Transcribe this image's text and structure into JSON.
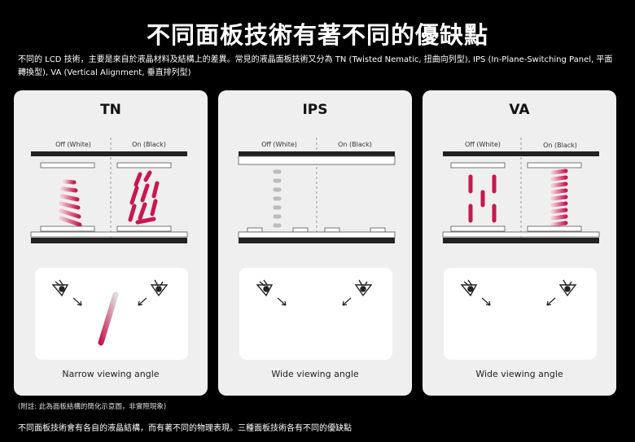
{
  "header": {
    "title": "不同面板技術有著不同的優缺點",
    "intro": "不同的 LCD 技術，主要是來自於液晶材料及結構上的差異。常見的液晶面板技術又分為 TN (Twisted Nematic, 扭曲向列型), IPS (In-Plane-Switching Panel, 平面轉換型), VA (Vertical Alignment, 垂直排列型)"
  },
  "panels": [
    {
      "id": "tn",
      "title": "TN",
      "off_label": "Off (White)",
      "on_label": "On (Black)",
      "viewing_label": "Narrow viewing angle"
    },
    {
      "id": "ips",
      "title": "IPS",
      "off_label": "Off (White)",
      "on_label": "On (Black)",
      "viewing_label": "Wide viewing angle"
    },
    {
      "id": "va",
      "title": "VA",
      "off_label": "Off (White)",
      "on_label": "On (Black)",
      "viewing_label": "Wide viewing angle"
    }
  ],
  "colors": {
    "accent": "#c8174f",
    "panel_bg": "#efefef",
    "bar": "#222222",
    "gray_crystal": "#bbbbbb"
  },
  "icons": [
    "eye-icon",
    "arrow-icon"
  ],
  "footer": {
    "note": "(附註: 此為面板結構的簡化示意圖，非實際現象)",
    "summary": "不同面板技術會有各自的液晶結構，而有著不同的物理表現。三種面板技術各有不同的優缺點"
  }
}
